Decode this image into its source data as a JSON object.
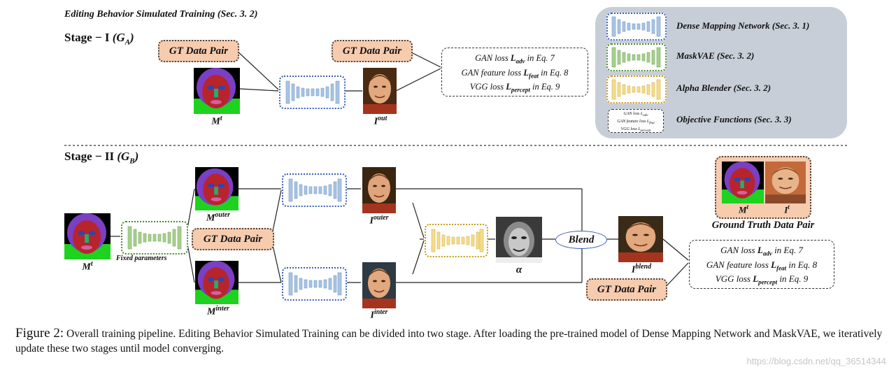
{
  "header": {
    "title": "Editing Behavior Simulated Training",
    "title_ref": "(Sec. 3. 2)"
  },
  "stage1": {
    "label": "Stage − I",
    "symbol": "(G",
    "symbol_sub": "A",
    "symbol_close": ")",
    "gt_pair_1": "GT Data Pair",
    "gt_pair_2": "GT Data Pair",
    "mask_label": "M",
    "mask_sup": "t",
    "out_label": "I",
    "out_sup": "out",
    "loss": [
      {
        "pre": "GAN loss ",
        "term": "L",
        "sub": "adv",
        "post": " in Eq. 7"
      },
      {
        "pre": "GAN feature loss ",
        "term": "L",
        "sub": "feat",
        "post": " in Eq. 8"
      },
      {
        "pre": "VGG loss ",
        "term": "L",
        "sub": "percept",
        "post": " in Eq. 9"
      }
    ]
  },
  "stage2": {
    "label": "Stage − II",
    "symbol": "(G",
    "symbol_sub": "B",
    "symbol_close": ")",
    "input_label": "M",
    "input_sup": "t",
    "fixed_params": "Fixed parameters",
    "gt_pair_mid": "GT Data Pair",
    "gt_pair_right": "GT Data Pair",
    "m_outer": "M",
    "m_outer_sup": "outer",
    "m_inter": "M",
    "m_inter_sup": "inter",
    "i_outer": "I",
    "i_outer_sup": "outer",
    "i_inter": "I",
    "i_inter_sup": "inter",
    "alpha": "α",
    "blend": "Blend",
    "i_blend": "I",
    "i_blend_sup": "blend",
    "gt_mt": "M",
    "gt_mt_sup": "t",
    "gt_it": "I",
    "gt_it_sup": "t",
    "ground_truth": "Ground Truth Data Pair",
    "loss": [
      {
        "pre": "GAN loss ",
        "term": "L",
        "sub": "adv",
        "post": " in Eq. 7"
      },
      {
        "pre": "GAN feature loss ",
        "term": "L",
        "sub": "feat",
        "post": " in Eq. 8"
      },
      {
        "pre": "VGG loss ",
        "term": "L",
        "sub": "percept",
        "post": " in Eq. 9"
      }
    ]
  },
  "legend": {
    "items": [
      {
        "name": "Dense Mapping Network",
        "ref": "(Sec. 3. 1)"
      },
      {
        "name": "MaskVAE",
        "ref": "(Sec. 3. 2)"
      },
      {
        "name": "Alpha Blender",
        "ref": "(Sec. 3. 2)"
      },
      {
        "name": "Objective Functions",
        "ref": "(Sec. 3. 3)"
      }
    ],
    "mini_loss": [
      "GAN loss L",
      "adv",
      "GAN feature loss L",
      "feat",
      "VGG loss L",
      "percept"
    ]
  },
  "caption": {
    "figure": "Figure 2:",
    "text": " Overall training pipeline. Editing Behavior Simulated Training can be divided into two stage. After loading the pre-trained model of Dense Mapping Network and MaskVAE, we iteratively update these two stages until model converging."
  },
  "watermark": "https://blog.csdn.net/qq_36514344",
  "colors": {
    "blue_net": "#a9c4e2",
    "green_net": "#a8d08c",
    "yellow_net": "#f5dc8a",
    "gt_fill": "#f6cbae",
    "legend_bg": "#c8ced8"
  }
}
